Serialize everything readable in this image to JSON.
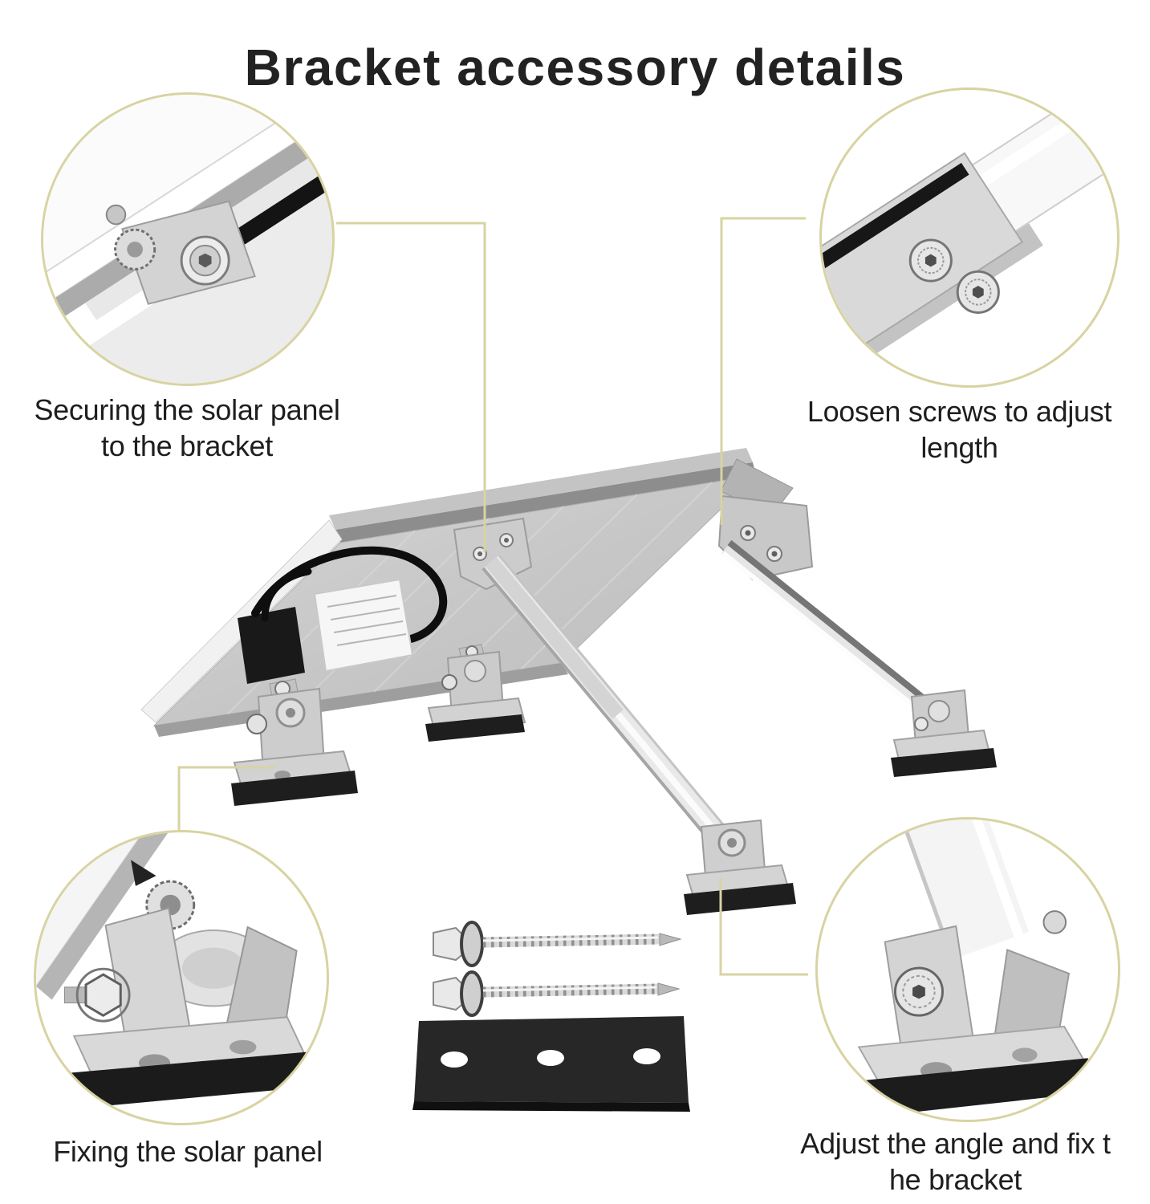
{
  "page": {
    "title": "Bracket accessory details"
  },
  "colors": {
    "accent_line": "#d8d3a2",
    "title_text": "#222222",
    "caption_text": "#1e1e1e",
    "metal_light": "#f2f2f2",
    "metal_mid": "#c9c9c9",
    "metal_dark": "#8f8f8f",
    "rubber_pad": "#1d1d1d"
  },
  "callouts": {
    "top_left": {
      "id": "securing-panel",
      "lines": [
        "Securing the solar panel",
        "to the bracket"
      ]
    },
    "top_right": {
      "id": "loosen-screws",
      "lines": [
        "Loosen screws to adjust",
        "length"
      ]
    },
    "bottom_left": {
      "id": "fixing-panel",
      "lines": [
        "Fixing the solar panel"
      ]
    },
    "bottom_right": {
      "id": "adjust-angle",
      "lines": [
        "Adjust the angle and fix t",
        "he bracket"
      ]
    }
  }
}
